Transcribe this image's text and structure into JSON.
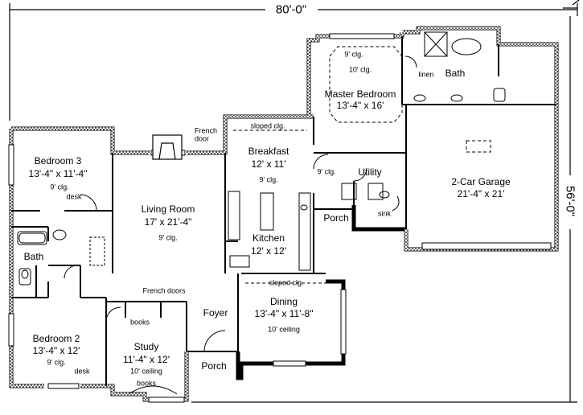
{
  "dimensions": {
    "width_overall": "80'-0\"",
    "depth_overall": "56'-0\""
  },
  "rooms": {
    "master_bedroom": {
      "name": "Master Bedroom",
      "size": "13'-4\" x 16'",
      "ceiling_outer": "9' clg.",
      "ceiling_tray": "10' clg."
    },
    "master_bath": {
      "name": "Bath",
      "linen": "linen"
    },
    "bedroom3": {
      "name": "Bedroom 3",
      "size": "13'-4\" x 11'-4\"",
      "ceiling": "9' clg.",
      "desk": "desk"
    },
    "bedroom2": {
      "name": "Bedroom 2",
      "size": "13'-4\" x 12'",
      "ceiling": "9' clg.",
      "desk": "desk"
    },
    "hall_bath": {
      "name": "Bath"
    },
    "living_room": {
      "name": "Living Room",
      "size": "17' x 21'-4\"",
      "ceiling": "9' clg."
    },
    "breakfast": {
      "name": "Breakfast",
      "size": "12' x 11'",
      "ceiling": "9' clg.",
      "sloped": "sloped clg."
    },
    "kitchen": {
      "name": "Kitchen",
      "size": "12' x 12'"
    },
    "dining": {
      "name": "Dining",
      "size": "13'-4\" x 11'-8\"",
      "ceiling": "10' ceiling",
      "sloped": "sloped clg."
    },
    "utility": {
      "name": "Utility",
      "ceiling": "9' clg.",
      "sink": "sink"
    },
    "garage": {
      "name": "2-Car Garage",
      "size": "21'-4\" x 21'"
    },
    "study": {
      "name": "Study",
      "size": "11'-4\" x 12'",
      "ceiling": "10' ceiling",
      "books_top": "books",
      "books_bottom": "books"
    },
    "foyer": {
      "name": "Foyer"
    },
    "porch_front": {
      "name": "Porch"
    },
    "porch_side": {
      "name": "Porch"
    }
  },
  "annotations": {
    "french_door": "French\ndoor",
    "french_doors": "French doors"
  },
  "colors": {
    "line": "#000000",
    "background": "#ffffff"
  }
}
